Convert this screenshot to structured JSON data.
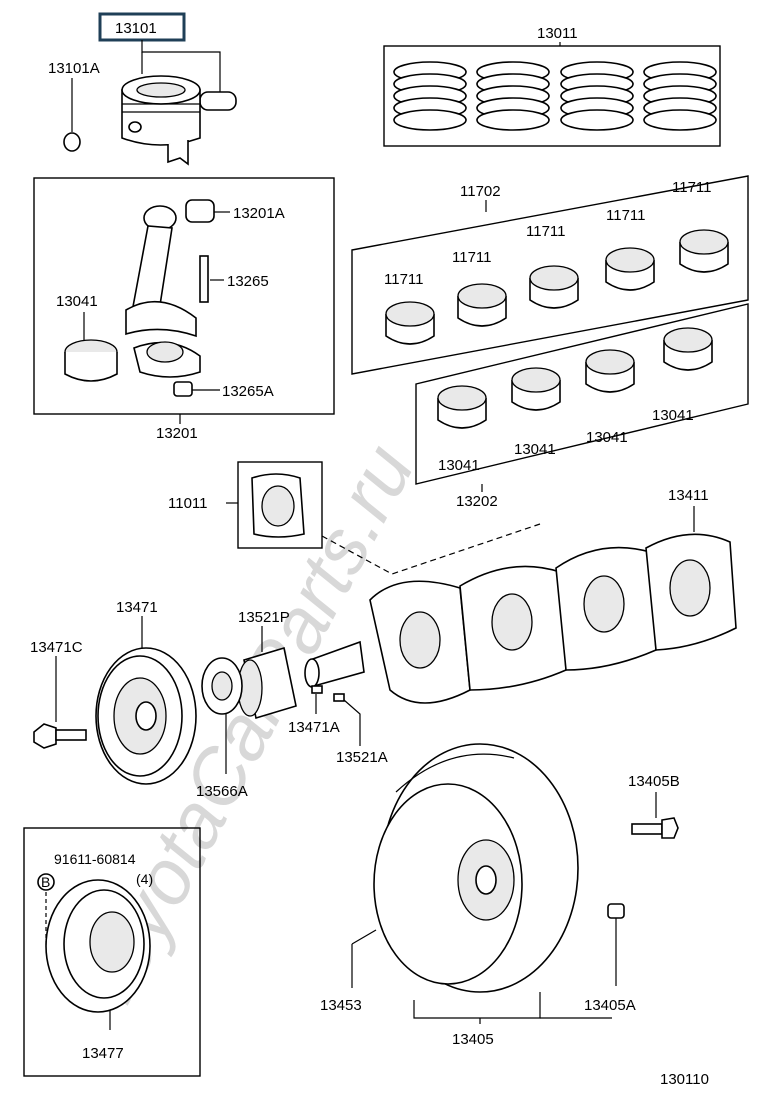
{
  "diagram": {
    "labels": {
      "p13101": "13101",
      "p13101A": "13101A",
      "p13011": "13011",
      "p11702": "11702",
      "p11711_a": "11711",
      "p11711_b": "11711",
      "p11711_c": "11711",
      "p11711_d": "11711",
      "p11711_e": "11711",
      "p13201A": "13201A",
      "p13265": "13265",
      "p13041_rod": "13041",
      "p13265A": "13265A",
      "p13201": "13201",
      "p13041_a": "13041",
      "p13041_b": "13041",
      "p13041_c": "13041",
      "p13041_d": "13041",
      "p13202": "13202",
      "p11011": "11011",
      "p13411": "13411",
      "p13471": "13471",
      "p13521P": "13521P",
      "p13471C": "13471C",
      "p13471A": "13471A",
      "p13521A": "13521A",
      "p13566A": "13566A",
      "p13405B": "13405B",
      "p91611": "91611-60814",
      "qty4": "(4)",
      "circleB": "B",
      "p13453": "13453",
      "p13405": "13405",
      "p13405A": "13405A",
      "p13477": "13477",
      "figure_code": "130110"
    },
    "watermark": "ToyotaCarParts.ru"
  }
}
